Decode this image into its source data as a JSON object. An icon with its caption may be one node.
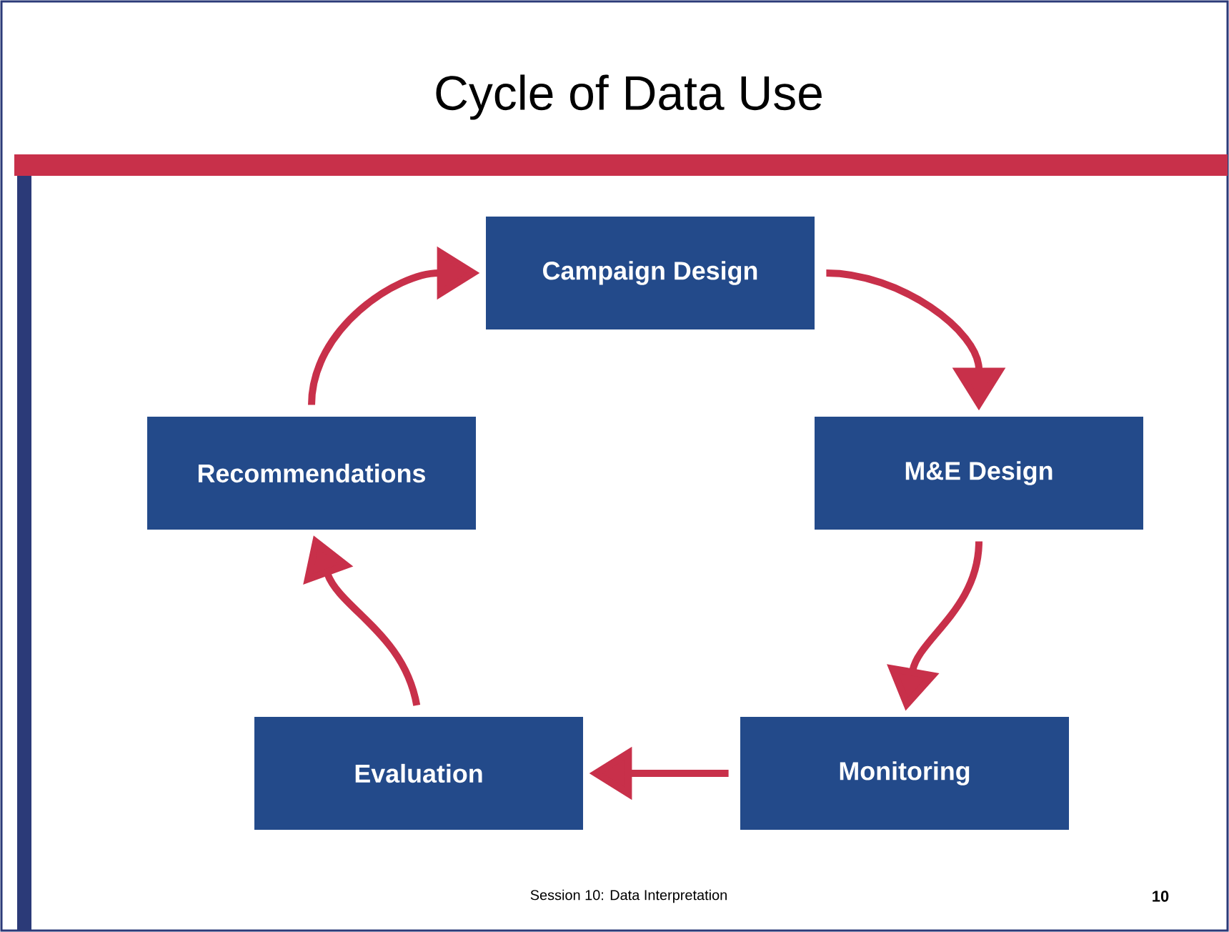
{
  "diagram": {
    "title": "Cycle of Data Use",
    "nodes": [
      {
        "text": [
          "Campaign Design"
        ]
      },
      {
        "text": [
          "M&E Design"
        ]
      },
      {
        "text": [
          "Monitoring"
        ]
      },
      {
        "text": [
          "Evaluation"
        ]
      },
      {
        "text": [
          "Recommendations"
        ]
      }
    ],
    "edges": [
      {
        "from": 0,
        "to": 1,
        "arrow": "to"
      },
      {
        "from": 1,
        "to": 2,
        "arrow": "to"
      },
      {
        "from": 2,
        "to": 3,
        "arrow": "to"
      },
      {
        "from": 3,
        "to": 4,
        "arrow": "to"
      },
      {
        "from": 4,
        "to": 0,
        "arrow": "to"
      }
    ],
    "labels": [
      "Session 10: Data Interpretation",
      "10"
    ]
  }
}
